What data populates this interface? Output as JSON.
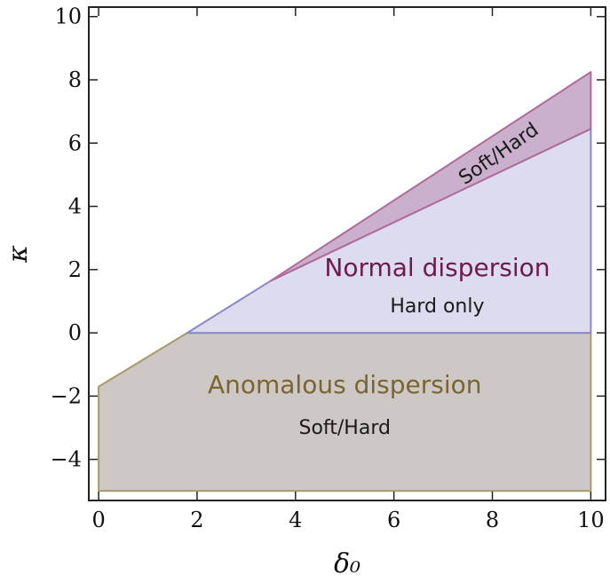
{
  "chart_data": {
    "type": "area",
    "xlabel": "δ₀",
    "ylabel": "κ",
    "xlim": [
      -0.2,
      10.3
    ],
    "ylim": [
      -5.3,
      10.3
    ],
    "x_ticks": [
      0,
      2,
      4,
      6,
      8,
      10
    ],
    "y_ticks": [
      -4,
      -2,
      0,
      2,
      4,
      6,
      8,
      10
    ],
    "x_tick_labels": [
      "0",
      "2",
      "4",
      "6",
      "8",
      "10"
    ],
    "y_tick_labels": [
      "−4",
      "−2",
      "0",
      "2",
      "4",
      "6",
      "8",
      "10"
    ],
    "regions": [
      {
        "label": "Anomalous dispersion",
        "sublabel": "Soft/Hard",
        "fill": "#cdc7c5",
        "stroke": "#a89a6a",
        "label_color": "#7a6530",
        "polygon": [
          [
            0,
            -5.0
          ],
          [
            10,
            -5.0
          ],
          [
            10,
            0
          ],
          [
            1.8,
            0
          ],
          [
            0,
            -1.7
          ]
        ]
      },
      {
        "label": "Normal dispersion",
        "sublabel": "Hard only",
        "fill": "#dcdcee",
        "stroke": "#8888cc",
        "label_color": "#6e1a4a",
        "polygon": [
          [
            1.8,
            0
          ],
          [
            10,
            0
          ],
          [
            10,
            6.45
          ],
          [
            3.5,
            1.65
          ]
        ]
      },
      {
        "label": "Soft/Hard",
        "sublabel": "",
        "fill": "#cbb0cd",
        "stroke": "#b06a9a",
        "label_color": "#111111",
        "polygon": [
          [
            3.5,
            1.65
          ],
          [
            10,
            6.45
          ],
          [
            10,
            8.25
          ]
        ]
      }
    ],
    "annotations": [
      {
        "text": "Normal dispersion",
        "x": 6.88,
        "y": 1.8,
        "role": "main",
        "color": "#6e1a4a"
      },
      {
        "text": "Hard only",
        "x": 6.88,
        "y": 0.65,
        "role": "sub"
      },
      {
        "text": "Anomalous dispersion",
        "x": 5.0,
        "y": -1.9,
        "role": "main",
        "color": "#7a6530"
      },
      {
        "text": "Soft/Hard",
        "x": 5.0,
        "y": -3.2,
        "role": "sub"
      },
      {
        "text": "Soft/Hard",
        "x": 8.2,
        "y": 5.5,
        "role": "rotated"
      }
    ],
    "grid": false,
    "legend": "none"
  }
}
